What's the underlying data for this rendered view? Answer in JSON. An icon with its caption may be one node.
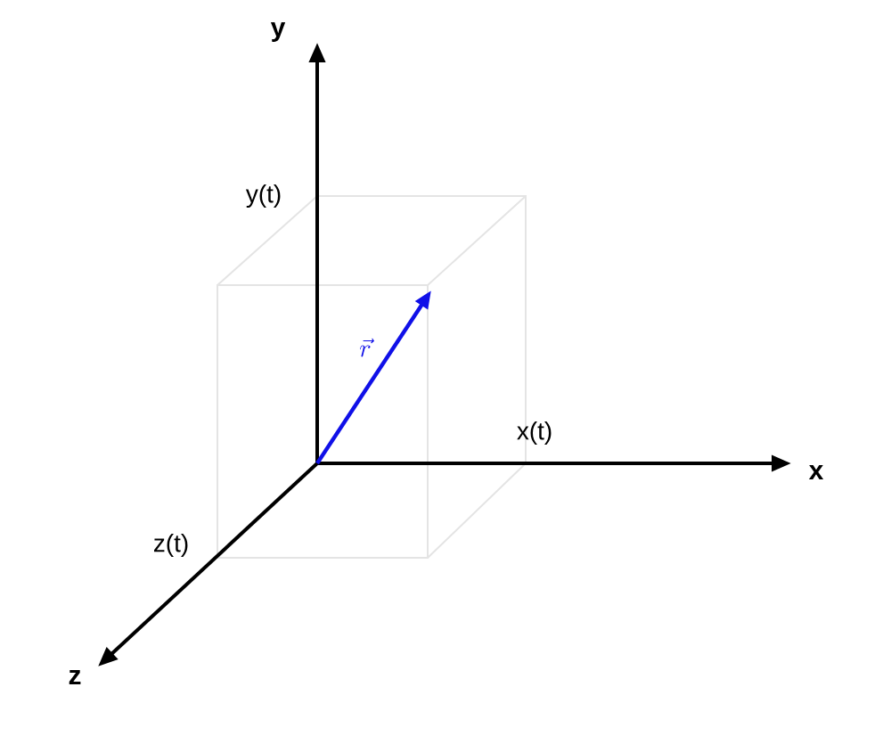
{
  "diagram": {
    "labels": [
      "y",
      "y(t)",
      "\\vec{r}",
      "x(t)",
      "x",
      "z(t)",
      "z"
    ]
  }
}
